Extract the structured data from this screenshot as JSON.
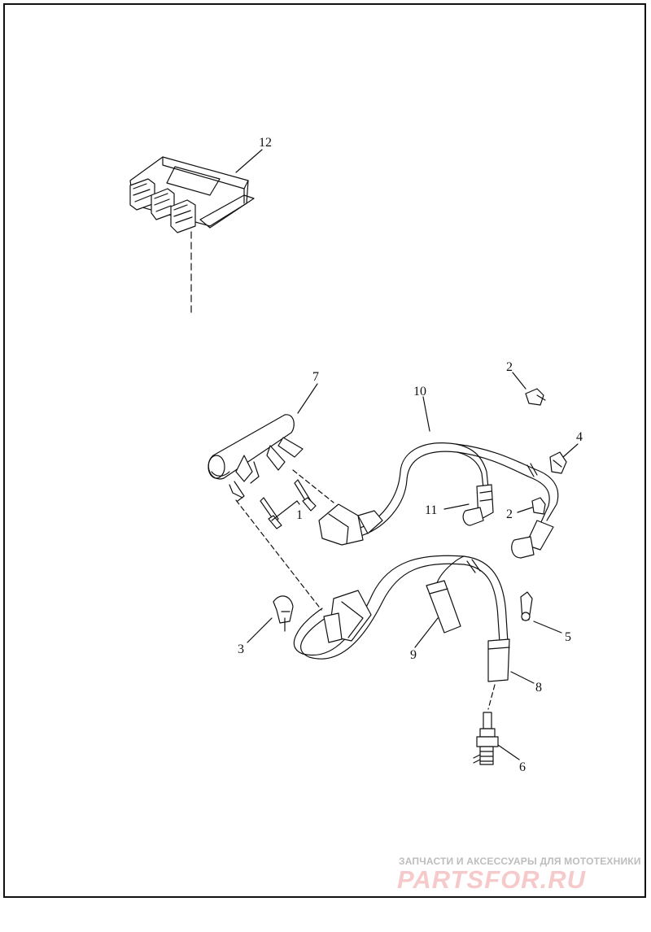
{
  "callouts": [
    {
      "id": "c1",
      "label": "1"
    },
    {
      "id": "c2a",
      "label": "2"
    },
    {
      "id": "c2b",
      "label": "2"
    },
    {
      "id": "c3",
      "label": "3"
    },
    {
      "id": "c4",
      "label": "4"
    },
    {
      "id": "c5",
      "label": "5"
    },
    {
      "id": "c6",
      "label": "6"
    },
    {
      "id": "c7",
      "label": "7"
    },
    {
      "id": "c8",
      "label": "8"
    },
    {
      "id": "c9",
      "label": "9"
    },
    {
      "id": "c10",
      "label": "10"
    },
    {
      "id": "c11",
      "label": "11"
    },
    {
      "id": "c12",
      "label": "12"
    }
  ],
  "watermark": {
    "tagline": "ЗАПЧАСТИ И АКСЕССУАРЫ ДЛЯ МОТОТЕХНИКИ",
    "brand": "PARTSFOR.RU"
  }
}
